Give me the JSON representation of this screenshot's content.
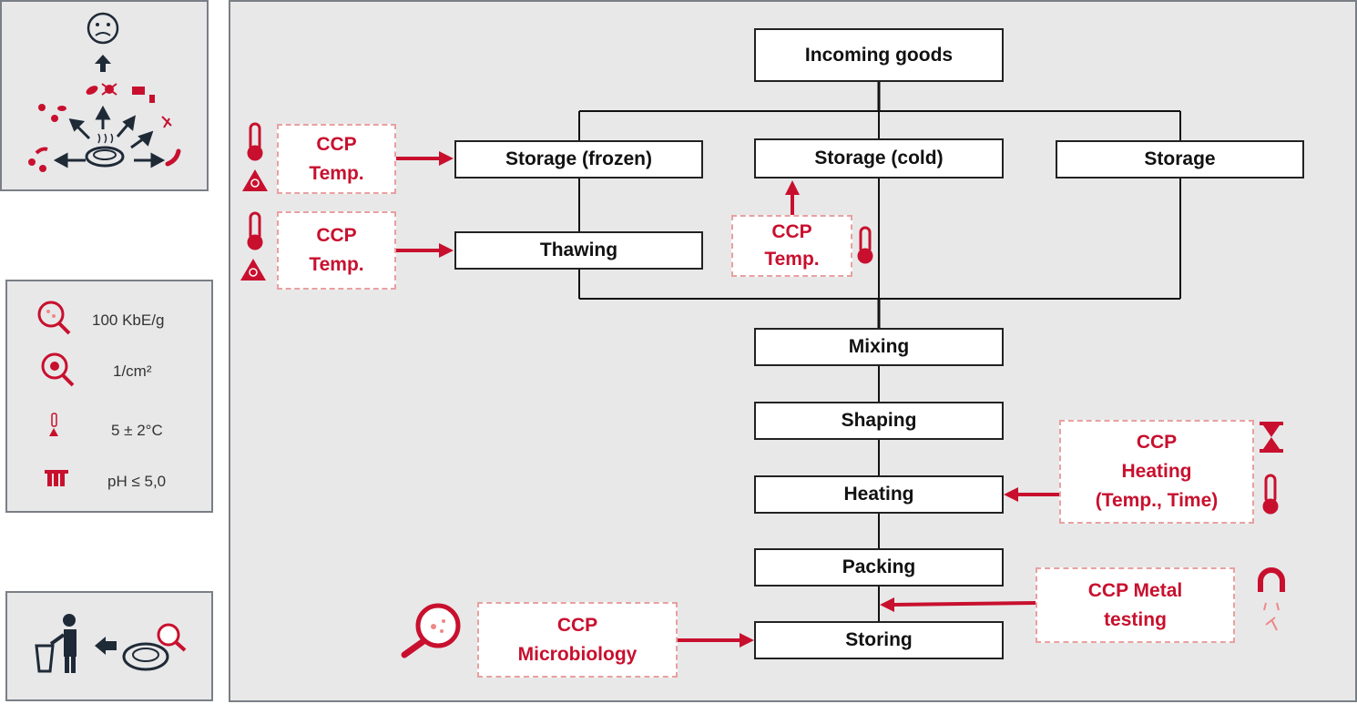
{
  "steps": {
    "incoming": "Incoming goods",
    "storage_frozen": "Storage (frozen)",
    "storage_cold": "Storage (cold)",
    "storage": "Storage",
    "thawing": "Thawing",
    "mixing": "Mixing",
    "shaping": "Shaping",
    "heating": "Heating",
    "packing": "Packing",
    "storing": "Storing"
  },
  "ccps": {
    "frozen": "CCP\nTemp.",
    "thawing": "CCP\nTemp.",
    "cold": "CCP\nTemp.",
    "heating": "CCP\nHeating\n(Temp., Time)",
    "metal": "CCP Metal\ntesting",
    "micro": "CCP\nMicrobiology"
  },
  "legend": {
    "microbes": "100 KbE/g",
    "pests": "1/cm²",
    "temperature": "5 ± 2°C",
    "ph": "pH ≤ 5,0"
  },
  "colors": {
    "accent": "#c8102e",
    "dark": "#1f2a37",
    "panel": "#e8e8e9"
  },
  "icons": {
    "hazard_panel": [
      "sad-face-icon",
      "arrow-up-icon",
      "food-plate-icon",
      "bacteria-icon",
      "crab-icon",
      "packaging-icon",
      "pin-icon",
      "chili-icon",
      "insect-icon"
    ],
    "legend_panel": [
      "magnifier-microbe-icon",
      "magnifier-bug-icon",
      "thermometer-icon",
      "test-tubes-icon"
    ],
    "disposal_panel": [
      "person-trash-icon",
      "arrow-left-icon",
      "food-plate-inspect-icon"
    ],
    "diagram": [
      "thermometer-icon",
      "frozen-warning-icon",
      "hourglass-icon",
      "magnet-icon",
      "magnifier-microbe-icon"
    ]
  }
}
